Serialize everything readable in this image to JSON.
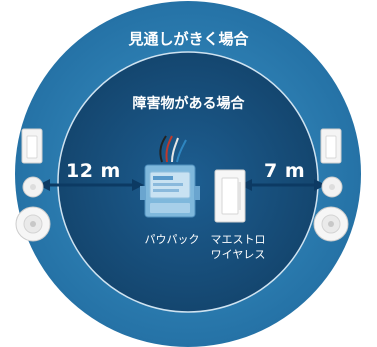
{
  "outer_zone": {
    "label": "見通しがきく場合"
  },
  "inner_zone": {
    "label": "障害物がある場合"
  },
  "left_range": {
    "distance": "12 m"
  },
  "right_range": {
    "distance": "7 m"
  },
  "devices": {
    "powpak_label": "パウパック",
    "maestro_label_line1": "マエストロ",
    "maestro_label_line2": "ワイヤレス"
  },
  "colors": {
    "outer_ring": "#2c7fb0",
    "inner_circle": "#17507f",
    "arrow": "#0c3a63",
    "label": "#ffffff"
  }
}
